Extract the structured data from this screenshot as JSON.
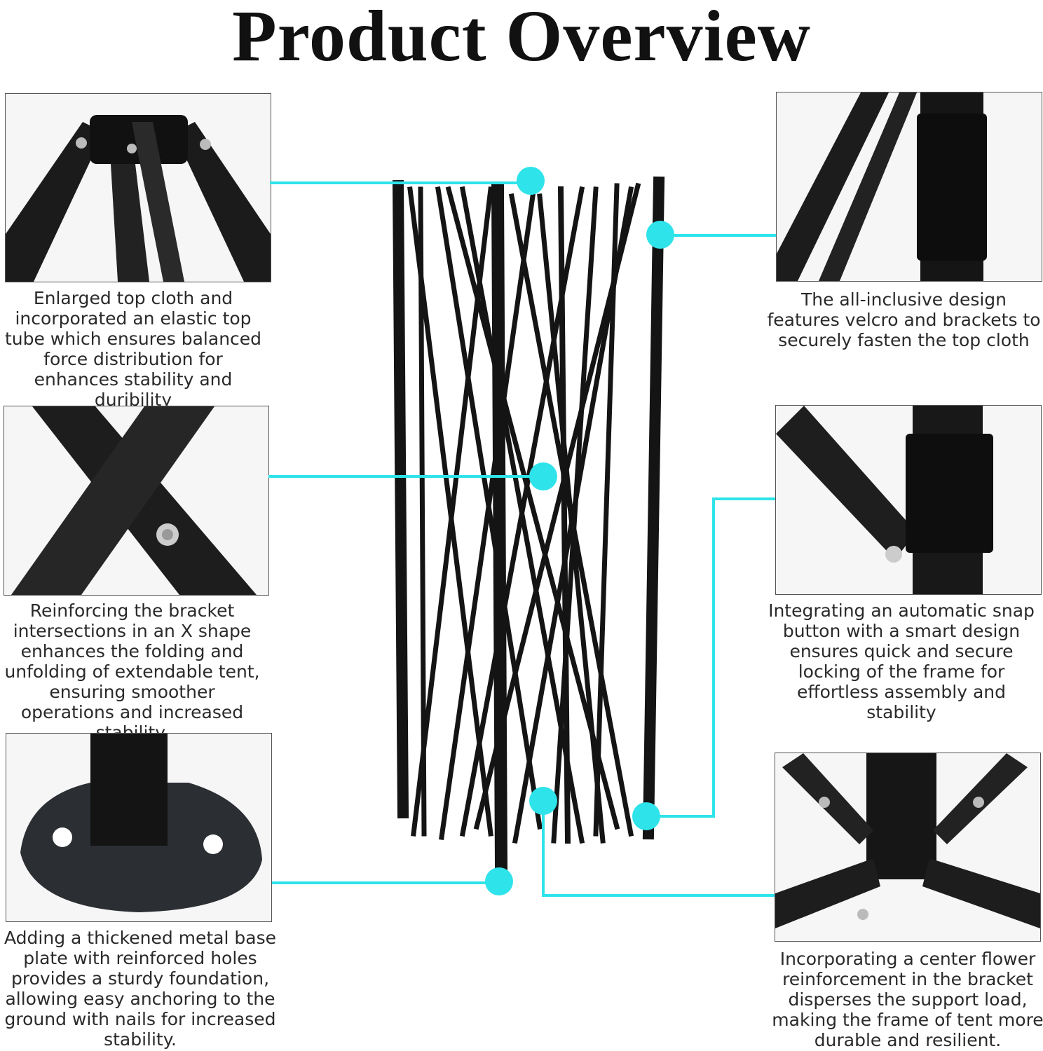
{
  "title": "Product Overview",
  "accent_color": "#2ee3ea",
  "features": [
    {
      "id": "top-cloth",
      "caption": "Enlarged top cloth and incorporated an elastic top tube which ensures balanced force distribution for enhances stability and duribility"
    },
    {
      "id": "x-bracket",
      "caption": "Reinforcing the bracket intersections in an X shape enhances the folding and unfolding of extendable tent, ensuring smoother operations and increased stability."
    },
    {
      "id": "base-plate",
      "caption": "Adding a thickened metal base plate with reinforced holes provides a sturdy foundation, allowing easy anchoring to the ground with nails for increased stability."
    },
    {
      "id": "velcro",
      "caption": "The all-inclusive design features velcro and brackets to securely fasten the top cloth"
    },
    {
      "id": "snap-button",
      "caption": "Integrating an automatic snap button with a smart design ensures quick and secure locking of the frame for effortless assembly and stability"
    },
    {
      "id": "center-flower",
      "caption": "Incorporating a center flower reinforcement in the bracket disperses the support load, making the frame of tent more durable and resilient."
    }
  ]
}
